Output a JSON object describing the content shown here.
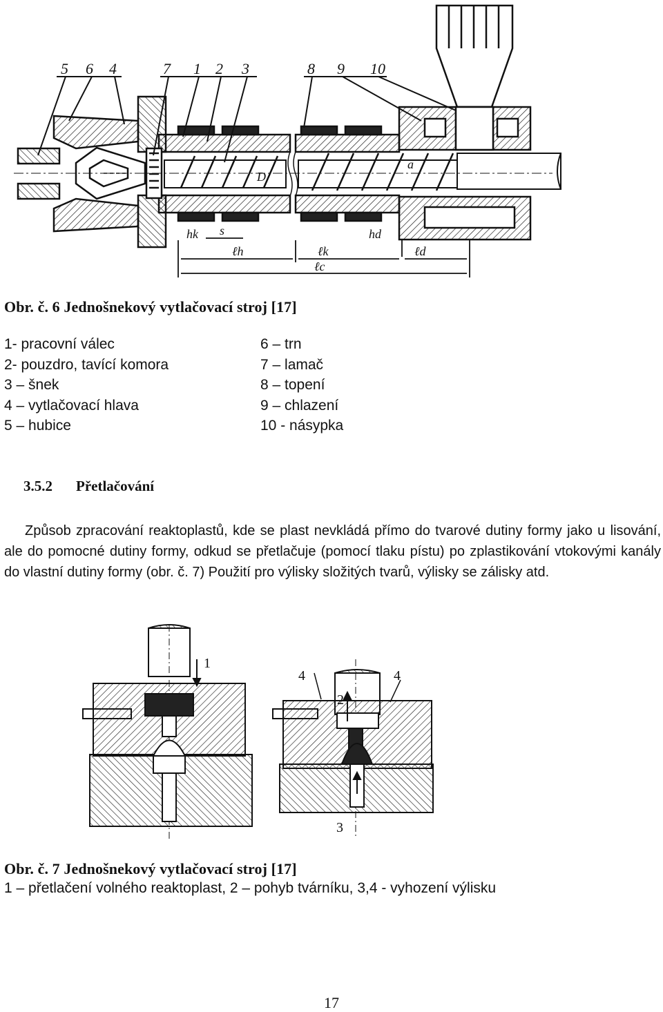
{
  "figure6": {
    "callouts": [
      "5",
      "6",
      "4",
      "7",
      "1",
      "2",
      "3",
      "8",
      "9",
      "10"
    ],
    "dims": [
      "hk",
      "s",
      "ℓh",
      "ℓk",
      "hd",
      "ℓd",
      "ℓc",
      "D",
      "a"
    ]
  },
  "caption6": "Obr. č. 6 Jednošnekový vytlačovací stroj [17]",
  "legend": {
    "left": [
      "1- pracovní válec",
      "2- pouzdro, tavící komora",
      "3 – šnek",
      "4 – vytlačovací hlava",
      "5 – hubice"
    ],
    "right": [
      "6 – trn",
      "7 – lamač",
      "8 – topení",
      "9 – chlazení",
      "10 - násypka"
    ]
  },
  "section": {
    "number": "3.5.2",
    "title": "Přetlačování"
  },
  "paragraph": "Způsob zpracování reaktoplastů, kde se plast nevkládá přímo do tvarové dutiny formy jako u lisování, ale do pomocné dutiny formy, odkud se přetlačuje (pomocí tlaku pístu) po zplastikování vtokovými kanály do vlastní dutiny formy (obr. č. 7) Použití pro výlisky složitých tvarů, výlisky se zálisky atd.",
  "figure7": {
    "labels": [
      "1",
      "4",
      "4",
      "2",
      "3"
    ]
  },
  "caption7": {
    "title": "Obr. č. 7 Jednošnekový vytlačovací stroj [17]",
    "text": "1 – přetlačení volného reaktoplast, 2 – pohyb tvárníku, 3,4 -  vyhození výlisku"
  },
  "page_number": "17"
}
